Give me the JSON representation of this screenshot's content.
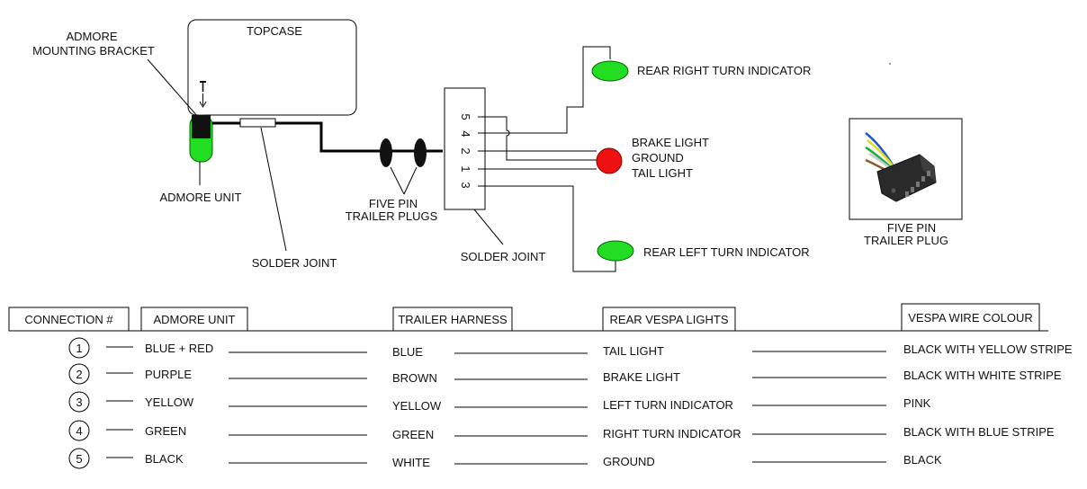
{
  "diagram": {
    "topcase": "TOPCASE",
    "bracket_label_1": "ADMORE",
    "bracket_label_2": "MOUNTING BRACKET",
    "admore_unit": "ADMORE UNIT",
    "solder_joint_1": "SOLDER JOINT",
    "plugs_label_1": "FIVE PIN",
    "plugs_label_2": "TRAILER PLUGS",
    "solder_joint_2": "SOLDER JOINT",
    "pin_numbers": [
      "5",
      "4",
      "2",
      "1",
      "3"
    ],
    "rear_right": "REAR RIGHT TURN INDICATOR",
    "brake_light": "BRAKE LIGHT",
    "ground": "GROUND",
    "tail_light": "TAIL LIGHT",
    "rear_left": "REAR  LEFT TURN INDICATOR",
    "photo_label_1": "FIVE PIN",
    "photo_label_2": "TRAILER PLUG",
    "colors": {
      "green": "#22dd22",
      "red": "#ee1111",
      "dark_green": "#006600"
    }
  },
  "table": {
    "headers": [
      "CONNECTION #",
      "ADMORE UNIT",
      "TRAILER HARNESS",
      "REAR VESPA LIGHTS",
      "VESPA WIRE COLOUR"
    ],
    "rows": [
      {
        "num": "1",
        "admore": "BLUE + RED",
        "harness": "BLUE",
        "light": "TAIL LIGHT",
        "wire": "BLACK WITH YELLOW STRIPE"
      },
      {
        "num": "2",
        "admore": "PURPLE",
        "harness": "BROWN",
        "light": "BRAKE LIGHT",
        "wire": "BLACK WITH WHITE STRIPE"
      },
      {
        "num": "3",
        "admore": "YELLOW",
        "harness": "YELLOW",
        "light": "LEFT TURN INDICATOR",
        "wire": "PINK"
      },
      {
        "num": "4",
        "admore": "GREEN",
        "harness": "GREEN",
        "light": "RIGHT TURN INDICATOR",
        "wire": "BLACK WITH BLUE STRIPE"
      },
      {
        "num": "5",
        "admore": "BLACK",
        "harness": "WHITE",
        "light": "GROUND",
        "wire": "BLACK"
      }
    ]
  }
}
